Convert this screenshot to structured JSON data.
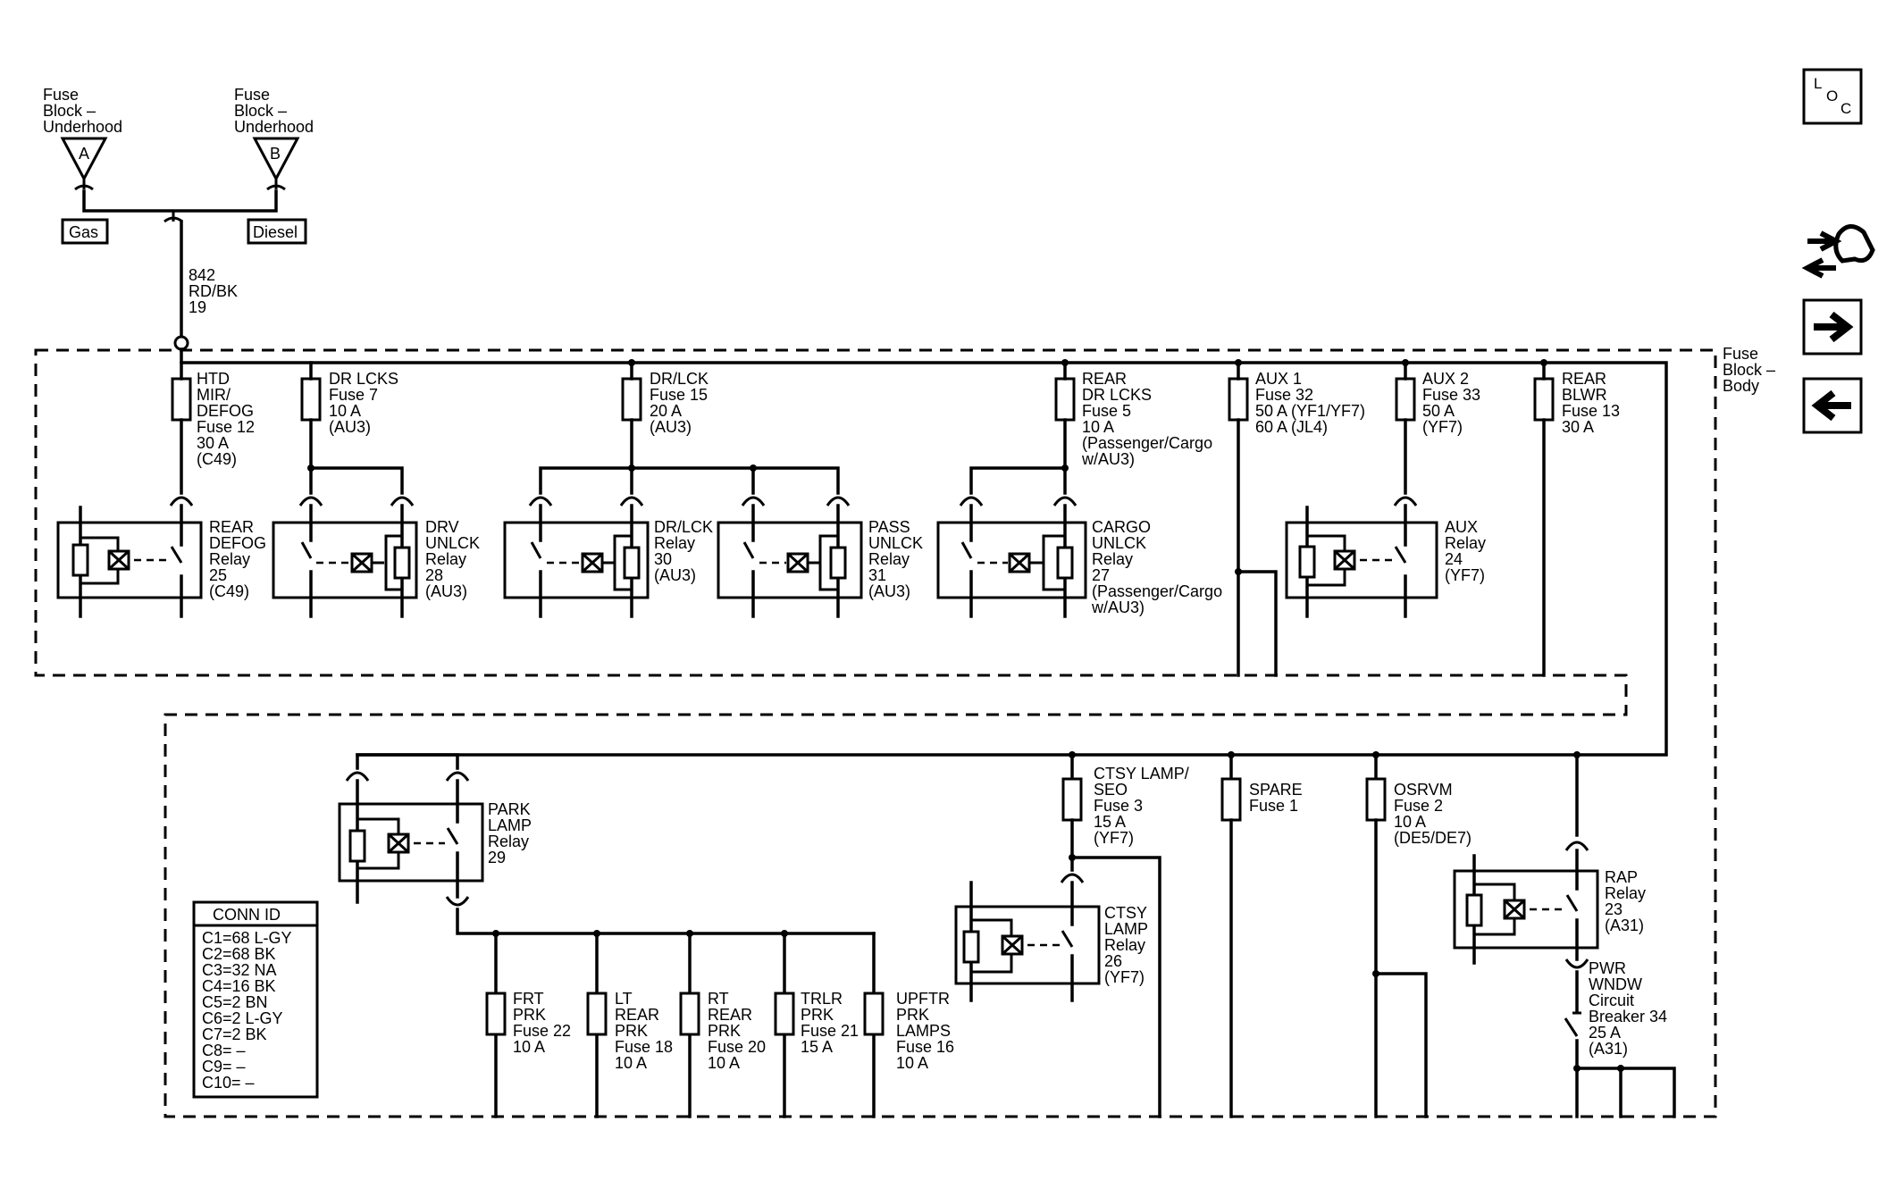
{
  "sources": {
    "a": {
      "lines": [
        "Fuse",
        "Block –",
        "Underhood"
      ],
      "letter": "A"
    },
    "b": {
      "lines": [
        "Fuse",
        "Block –",
        "Underhood"
      ],
      "letter": "B"
    },
    "gas": "Gas",
    "diesel": "Diesel"
  },
  "feed_wire": {
    "lines": [
      "842",
      "RD/BK",
      "19"
    ]
  },
  "fuse_block": {
    "lines": [
      "Fuse",
      "Block –",
      "Body"
    ]
  },
  "fuses": {
    "htd_mir": {
      "lines": [
        "HTD",
        "MIR/",
        "DEFOG",
        "Fuse 12",
        "30 A",
        "(C49)"
      ]
    },
    "dr_lcks": {
      "lines": [
        "DR LCKS",
        "Fuse 7",
        "10 A",
        "(AU3)"
      ]
    },
    "dr_lck": {
      "lines": [
        "DR/LCK",
        "Fuse 15",
        "20 A",
        "(AU3)"
      ]
    },
    "rear_dr_lcks": {
      "lines": [
        "REAR",
        "DR LCKS",
        "Fuse 5",
        "10 A",
        "(Passenger/Cargo",
        "w/AU3)"
      ]
    },
    "aux1": {
      "lines": [
        "AUX 1",
        "Fuse 32",
        "50 A (YF1/YF7)",
        "60 A (JL4)"
      ]
    },
    "aux2": {
      "lines": [
        "AUX 2",
        "Fuse 33",
        "50 A",
        "(YF7)"
      ]
    },
    "rear_blwr": {
      "lines": [
        "REAR",
        "BLWR",
        "Fuse 13",
        "30 A"
      ]
    },
    "ctsy_lamp": {
      "lines": [
        "CTSY LAMP/",
        "SEO",
        "Fuse 3",
        "15 A",
        "(YF7)"
      ]
    },
    "spare": {
      "lines": [
        "SPARE",
        "Fuse 1"
      ]
    },
    "osrvm": {
      "lines": [
        "OSRVM",
        "Fuse 2",
        "10 A",
        "(DE5/DE7)"
      ]
    },
    "frt_prk": {
      "lines": [
        "FRT",
        "PRK",
        "Fuse 22",
        "10 A"
      ]
    },
    "lt_rear_prk": {
      "lines": [
        "LT",
        "REAR",
        "PRK",
        "Fuse 18",
        "10 A"
      ]
    },
    "rt_rear_prk": {
      "lines": [
        "RT",
        "REAR",
        "PRK",
        "Fuse 20",
        "10 A"
      ]
    },
    "trlr_prk": {
      "lines": [
        "TRLR",
        "PRK",
        "Fuse 21",
        "15 A"
      ]
    },
    "upftr_prk": {
      "lines": [
        "UPFTR",
        "PRK",
        "LAMPS",
        "Fuse 16",
        "10 A"
      ]
    }
  },
  "relays": {
    "rear_defog": {
      "lines": [
        "REAR",
        "DEFOG",
        "Relay",
        "25",
        "(C49)"
      ]
    },
    "drv_unlck": {
      "lines": [
        "DRV",
        "UNLCK",
        "Relay",
        "28",
        "(AU3)"
      ]
    },
    "dr_lck": {
      "lines": [
        "DR/LCK",
        "Relay",
        "30",
        "(AU3)"
      ]
    },
    "pass_unlck": {
      "lines": [
        "PASS",
        "UNLCK",
        "Relay",
        "31",
        "(AU3)"
      ]
    },
    "cargo_unlck": {
      "lines": [
        "CARGO",
        "UNLCK",
        "Relay",
        "27",
        "(Passenger/Cargo",
        "w/AU3)"
      ]
    },
    "aux": {
      "lines": [
        "AUX",
        "Relay",
        "24",
        "(YF7)"
      ]
    },
    "park_lamp": {
      "lines": [
        "PARK",
        "LAMP",
        "Relay",
        "29"
      ]
    },
    "ctsy_lamp": {
      "lines": [
        "CTSY",
        "LAMP",
        "Relay",
        "26",
        "(YF7)"
      ]
    },
    "rap": {
      "lines": [
        "RAP",
        "Relay",
        "23",
        "(A31)"
      ]
    }
  },
  "breaker": {
    "lines": [
      "PWR",
      "WNDW",
      "Circuit",
      "Breaker 34",
      "25 A",
      "(A31)"
    ]
  },
  "conn_id": {
    "title": "CONN ID",
    "rows": [
      "C1=68 L-GY",
      "C2=68 BK",
      "C3=32 NA",
      "C4=16 BK",
      "C5=2 BN",
      "C6=2 L-GY",
      "C7=2 BK",
      "C8= –",
      "C9= –",
      "C10= –"
    ]
  },
  "nav": {
    "loc_label": "LOC",
    "icons": [
      "loc-icon",
      "schematic-link-icon",
      "next-arrow-icon",
      "prev-arrow-icon"
    ]
  }
}
